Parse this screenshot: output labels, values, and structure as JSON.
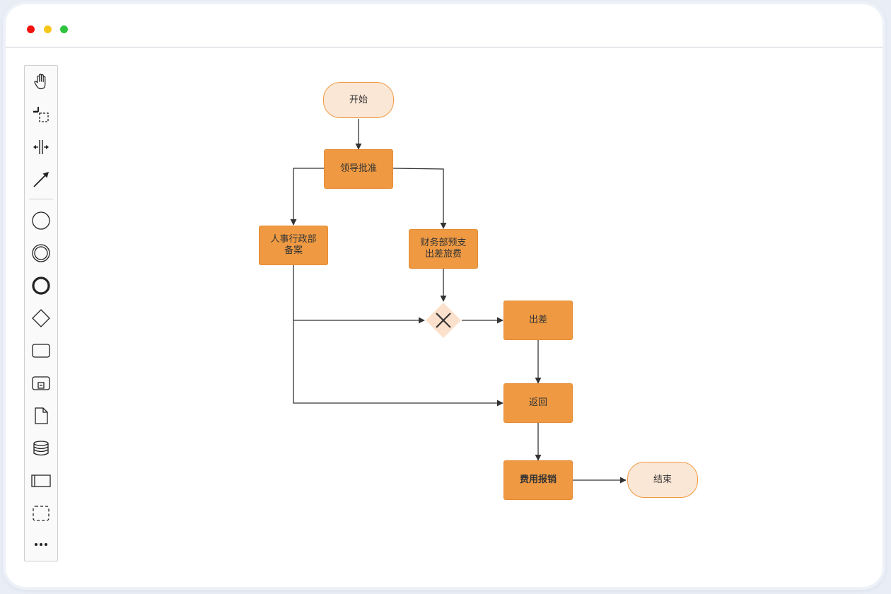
{
  "window": {
    "traffic_lights": [
      {
        "name": "close",
        "color": "#f0120f"
      },
      {
        "name": "minimize",
        "color": "#f6c61b"
      },
      {
        "name": "maximize",
        "color": "#2fc43e"
      }
    ]
  },
  "toolbar": {
    "tools": [
      {
        "name": "hand-tool",
        "icon": "hand-icon"
      },
      {
        "name": "lasso-tool",
        "icon": "lasso-icon"
      },
      {
        "name": "space-tool",
        "icon": "space-icon"
      },
      {
        "name": "connect-tool",
        "icon": "arrow-icon"
      },
      {
        "name": "start-event-tool",
        "icon": "circle-icon"
      },
      {
        "name": "intermediate-event-tool",
        "icon": "double-circle-icon"
      },
      {
        "name": "end-event-tool",
        "icon": "bold-circle-icon"
      },
      {
        "name": "gateway-tool",
        "icon": "diamond-icon"
      },
      {
        "name": "task-tool",
        "icon": "rounded-rect-icon"
      },
      {
        "name": "subprocess-tool",
        "icon": "subprocess-icon"
      },
      {
        "name": "data-object-tool",
        "icon": "document-icon"
      },
      {
        "name": "data-store-tool",
        "icon": "database-icon"
      },
      {
        "name": "pool-tool",
        "icon": "pool-icon"
      },
      {
        "name": "group-tool",
        "icon": "dashed-rect-icon"
      },
      {
        "name": "more-tool",
        "icon": "more-icon"
      }
    ]
  },
  "colors": {
    "task_fill": "#ef9a43",
    "terminal_fill": "#fbe7d5",
    "terminal_border": "#ef9a43",
    "gateway_fill": "#fbe1cc",
    "edge": "#333333"
  },
  "diagram": {
    "nodes": {
      "start": "开始",
      "leader_approval": "领导批准",
      "hr_filing": "人事行政部\n备案",
      "finance_advance": "财务部预支\n出差旅费",
      "business_trip": "出差",
      "return": "返回",
      "reimbursement": "费用报销",
      "end": "结束"
    },
    "gateway": {
      "type": "exclusive",
      "icon": "x-icon"
    }
  }
}
